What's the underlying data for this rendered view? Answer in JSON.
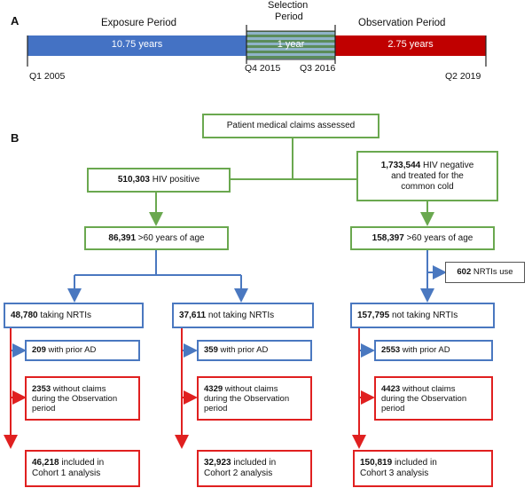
{
  "panel_a": {
    "label": "A",
    "exposure_title": "Exposure Period",
    "exposure_duration": "10.75 years",
    "selection_title_1": "Selection",
    "selection_title_2": "Period",
    "selection_duration": "1 year",
    "observation_title": "Observation Period",
    "observation_duration": "2.75 years",
    "tick_q1_2005": "Q1 2005",
    "tick_q4_2015": "Q4 2015",
    "tick_q3_2016": "Q3 2016",
    "tick_q2_2019": "Q2 2019",
    "colors": {
      "exposure": "#4472c4",
      "selection": "#5b8c5a",
      "observation": "#c00000"
    }
  },
  "panel_b": {
    "label": "B",
    "root": "Patient medical claims assessed",
    "hiv_pos": {
      "num": "510,303",
      "text": "HIV positive"
    },
    "hiv_neg": {
      "num": "1,733,544",
      "text_1": "HIV negative",
      "text_2": "and treated for the",
      "text_3": "common cold"
    },
    "age_left": {
      "num": "86,391",
      "text": ">60 years of age"
    },
    "age_right": {
      "num": "158,397",
      "text": ">60 years of age"
    },
    "nrti_use": {
      "num": "602",
      "text": "NRTIs use"
    },
    "col1": {
      "group": {
        "num": "48,780",
        "text": "taking NRTIs"
      },
      "prior_ad": {
        "num": "209",
        "text": "with prior AD"
      },
      "no_claims": {
        "num": "2353",
        "text_1": "without claims",
        "text_2": "during the Observation",
        "text_3": "period"
      },
      "included": {
        "num": "46,218",
        "text_1": "included in",
        "text_2": "Cohort 1 analysis"
      }
    },
    "col2": {
      "group": {
        "num": "37,611",
        "text": "not taking NRTIs"
      },
      "prior_ad": {
        "num": "359",
        "text": "with prior AD"
      },
      "no_claims": {
        "num": "4329",
        "text_1": "without claims",
        "text_2": "during the Observation",
        "text_3": "period"
      },
      "included": {
        "num": "32,923",
        "text_1": "included in",
        "text_2": "Cohort 2 analysis"
      }
    },
    "col3": {
      "group": {
        "num": "157,795",
        "text": "not taking NRTIs"
      },
      "prior_ad": {
        "num": "2553",
        "text": "with prior AD"
      },
      "no_claims": {
        "num": "4423",
        "text_1": "without claims",
        "text_2": "during the Observation",
        "text_3": "period"
      },
      "included": {
        "num": "150,819",
        "text_1": "included in",
        "text_2": "Cohort 3 analysis"
      }
    },
    "colors": {
      "green": "#6aa84f",
      "blue": "#4a78c0",
      "red": "#e02020",
      "gray": "#555555"
    }
  }
}
